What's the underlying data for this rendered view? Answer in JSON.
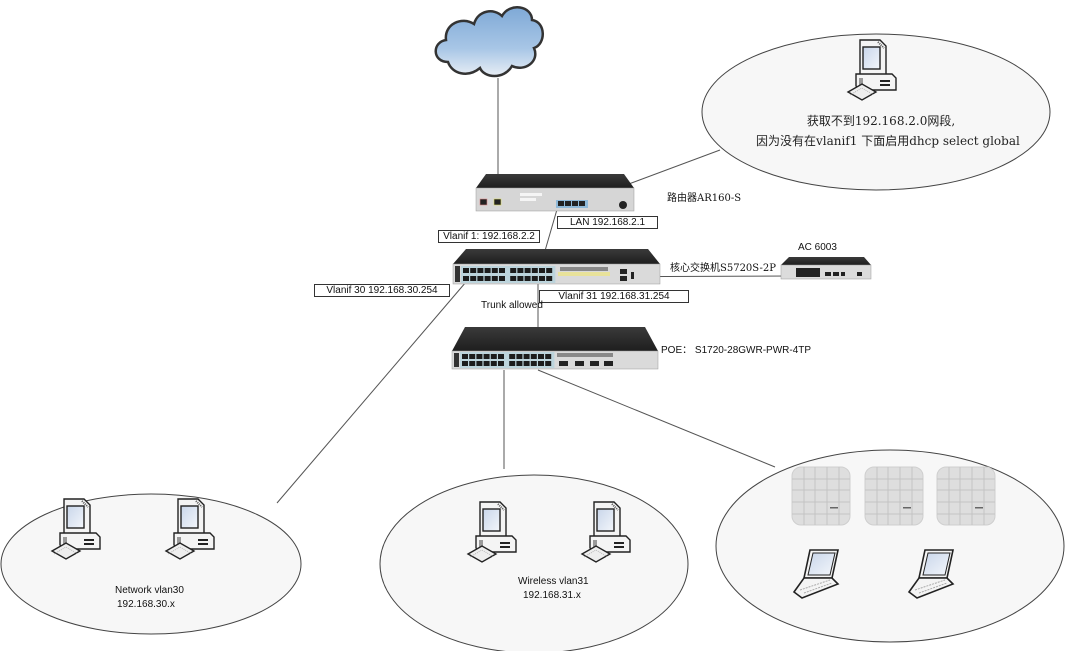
{
  "diagram": {
    "type": "network-topology",
    "nodes": {
      "internet": {
        "icon": "cloud-icon"
      },
      "router": {
        "label": "路由器AR160-S",
        "icon": "router-icon"
      },
      "core_switch": {
        "label": "核心交换机S5720S-2P",
        "icon": "switch-icon"
      },
      "ac": {
        "label": "AC 6003",
        "icon": "access-controller-icon"
      },
      "poe_switch": {
        "label": "POE：  S1720-28GWR-PWR-4TP",
        "icon": "poe-switch-icon"
      }
    },
    "interface_labels": {
      "lan": "LAN 192.168.2.1",
      "vlanif1": "Vlanif 1: 192.168.2.2",
      "vlanif30": "Vlanif 30 192.168.30.254",
      "vlanif31": "Vlanif 31 192.168.31.254",
      "trunk": "Trunk allowed"
    },
    "groups": {
      "note_group": {
        "line1": "获取不到192.168.2.0网段,",
        "line2": "因为没有在vlanif1 下面启用dhcp select global",
        "devices": [
          "desktop-icon"
        ]
      },
      "vlan30": {
        "line1": "Network vlan30",
        "line2": "192.168.30.x",
        "devices": [
          "desktop-icon",
          "desktop-icon"
        ]
      },
      "vlan31": {
        "line1": "Wireless vlan31",
        "line2": "192.168.31.x",
        "devices": [
          "desktop-icon",
          "desktop-icon"
        ]
      },
      "wireless": {
        "devices": [
          "access-point-icon",
          "access-point-icon",
          "access-point-icon",
          "laptop-icon",
          "laptop-icon"
        ]
      }
    },
    "colors": {
      "line": "#555555",
      "ellipse_fill": "#f7f7f7",
      "device_dark": "#2b2b2b",
      "device_panel": "#d9d9d9",
      "cloud": "#8fb3d9",
      "ap": "#dcdcdc"
    }
  }
}
